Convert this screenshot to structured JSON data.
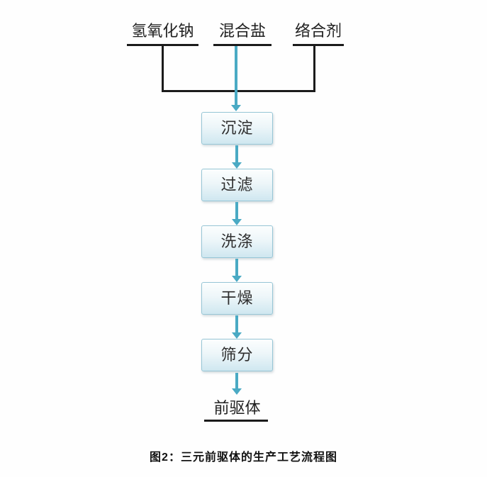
{
  "diagram": {
    "title_caption": "图2：三元前驱体的生产工艺流程图",
    "inputs": [
      {
        "label": "氢氧化钠"
      },
      {
        "label": "混合盐"
      },
      {
        "label": "络合剂"
      }
    ],
    "steps": [
      "沉淀",
      "过滤",
      "洗涤",
      "干燥",
      "筛分"
    ],
    "output": "前驱体",
    "flow_order": "氢氧化钠 + 混合盐 + 络合剂 → 沉淀 → 过滤 → 洗涤 → 干燥 → 筛分 → 前驱体"
  },
  "colors": {
    "arrow": "#4aaac4",
    "connector_line": "#1b1b1b",
    "box_border": "#97c6d6",
    "box_fill_top": "#fcfefe",
    "box_fill_bottom": "#cfe7f0",
    "text": "#2e2e2e",
    "background": "#fefefe"
  }
}
